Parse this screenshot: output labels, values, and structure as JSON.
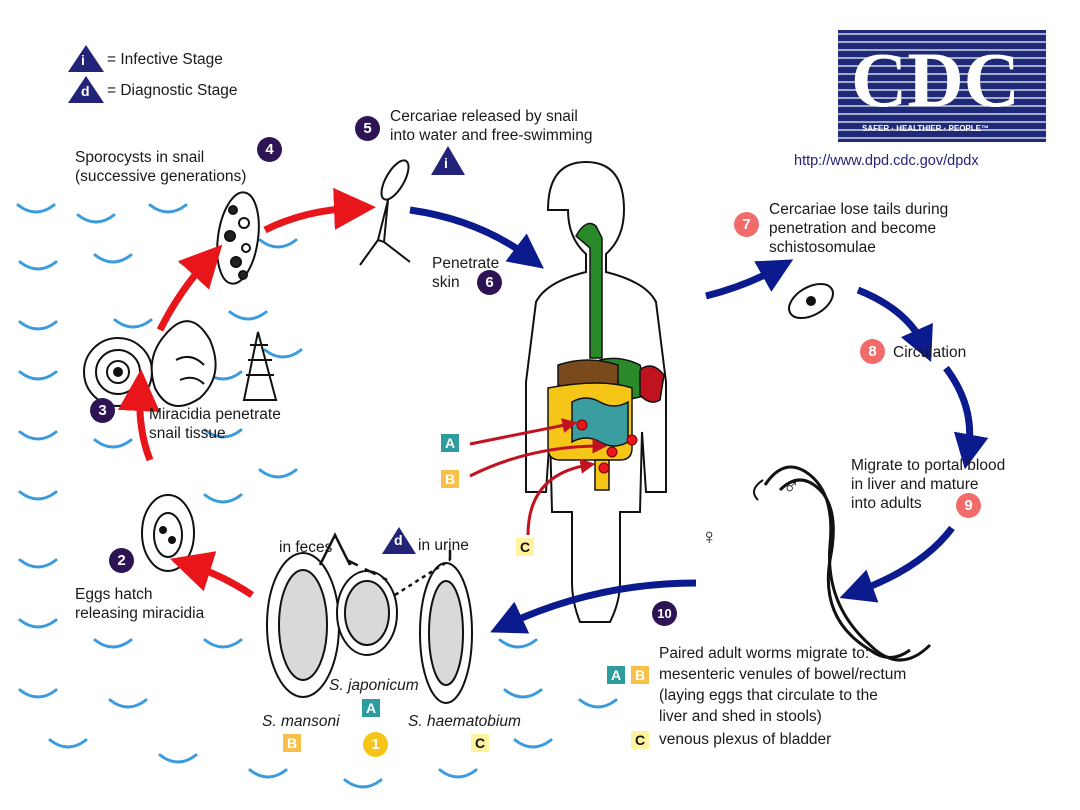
{
  "legend": {
    "infective_letter": "i",
    "infective_text": "= Infective Stage",
    "diagnostic_letter": "d",
    "diagnostic_text": "= Diagnostic Stage"
  },
  "logo": {
    "text": "CDC",
    "tagline": "SAFER · HEALTHIER · PEOPLE™",
    "url": "http://www.dpd.cdc.gov/dpdx"
  },
  "stages": [
    {
      "num": "1"
    },
    {
      "num": "2",
      "text1": "Eggs hatch",
      "text2": "releasing miracidia"
    },
    {
      "num": "3",
      "text1": "Miracidia penetrate",
      "text2": "snail tissue"
    },
    {
      "num": "4",
      "text1": "Sporocysts in snail",
      "text2": "(successive generations)"
    },
    {
      "num": "5",
      "text1": "Cercariae released by snail",
      "text2": "into water and free-swimming"
    },
    {
      "num": "6",
      "text1": "Penetrate",
      "text2": "skin"
    },
    {
      "num": "7",
      "text1": "Cercariae lose tails during",
      "text2": "penetration and become",
      "text3": "schistosomulae"
    },
    {
      "num": "8",
      "text1": "Circulation"
    },
    {
      "num": "9",
      "text1": "Migrate to portal blood",
      "text2": "in liver and mature",
      "text3": "into adults"
    },
    {
      "num": "10",
      "text1": "Paired adult worms migrate to:",
      "text2": "mesenteric venules of bowel/rectum",
      "text3": "(laying eggs that circulate to the",
      "text4": "liver and shed in stools)",
      "text5": "venous plexus of bladder"
    }
  ],
  "eggs": {
    "in_feces": "in feces",
    "in_urine": "in urine",
    "mansoni": "S. mansoni",
    "japonicum": "S. japonicum",
    "haematobium": "S. haematobium"
  },
  "species_boxes": {
    "A": "A",
    "B": "B",
    "C": "C"
  },
  "sex_symbols": {
    "female": "♀",
    "male": "♂"
  },
  "colors": {
    "dark_marker": "#2d1454",
    "infective_marker": "#f26b6b",
    "red_arrow": "#e8151b",
    "blue_arrow": "#0b1a8c",
    "water": "#3a9be0",
    "species_A": "#2e9c9c",
    "species_B": "#f7c04a",
    "species_C": "#fff3a0"
  }
}
